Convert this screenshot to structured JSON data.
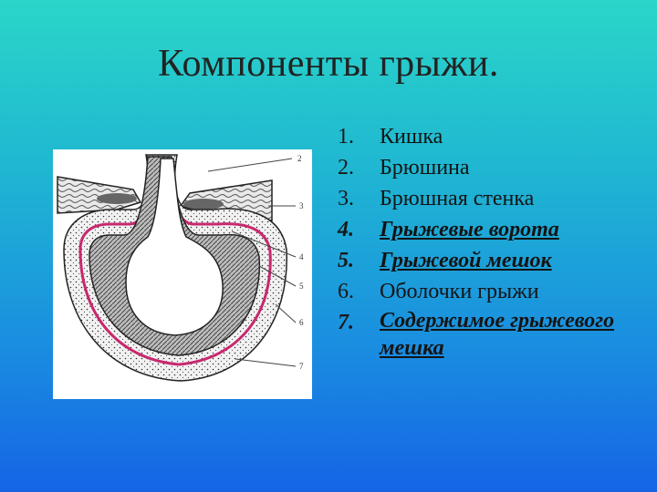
{
  "slide": {
    "title": "Компоненты грыжи.",
    "items": [
      {
        "num": "1.",
        "text": "Кишка"
      },
      {
        "num": "2.",
        "text": "Брюшина"
      },
      {
        "num": "3.",
        "text": "Брюшная стенка"
      },
      {
        "num": "4.",
        "text": "Грыжевые ворота"
      },
      {
        "num": "5.",
        "text": "Грыжевой мешок"
      },
      {
        "num": "6.",
        "text": "Оболочки грыжи"
      },
      {
        "num": "7.",
        "text": "Содержимое грыжевого мешка"
      }
    ]
  },
  "diagram": {
    "callouts": [
      "2",
      "3",
      "4",
      "5",
      "6",
      "7"
    ],
    "colors": {
      "peritoneum": "#c8286e",
      "wall": "#9a9a9a",
      "sac": "#dcdcdc"
    }
  }
}
